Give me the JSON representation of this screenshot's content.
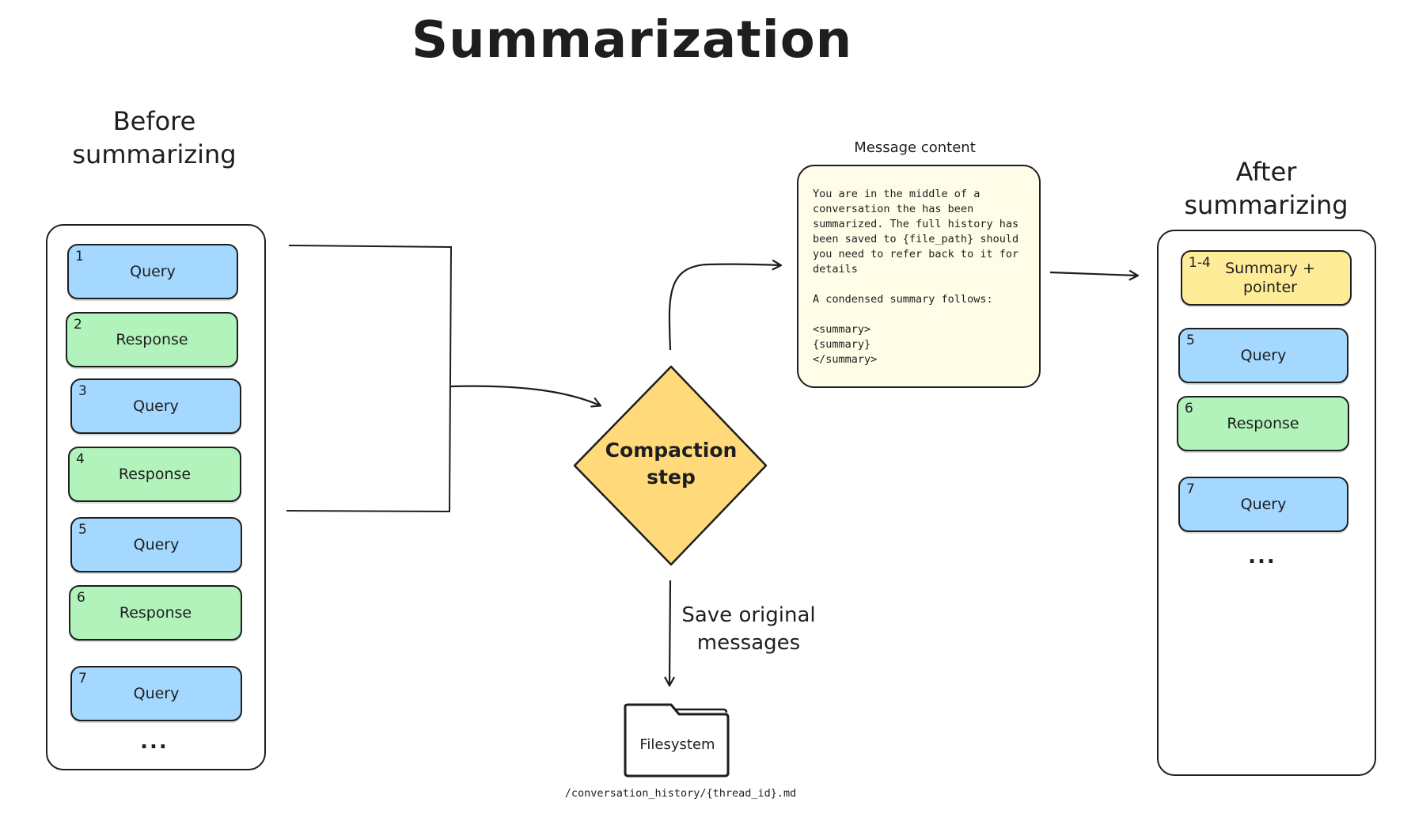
{
  "title": "Summarization",
  "before": {
    "heading": "Before\nsummarizing",
    "items": [
      {
        "num": "1",
        "label": "Query",
        "kind": "query"
      },
      {
        "num": "2",
        "label": "Response",
        "kind": "response"
      },
      {
        "num": "3",
        "label": "Query",
        "kind": "query"
      },
      {
        "num": "4",
        "label": "Response",
        "kind": "response"
      },
      {
        "num": "5",
        "label": "Query",
        "kind": "query"
      },
      {
        "num": "6",
        "label": "Response",
        "kind": "response"
      },
      {
        "num": "7",
        "label": "Query",
        "kind": "query"
      }
    ],
    "ellipsis": "..."
  },
  "compaction": {
    "label": "Compaction\nstep"
  },
  "message": {
    "label": "Message content",
    "paragraph1": "You are in the middle of a conversation the has been summarized. The full history has been saved to {file_path} should you need to refer back to it for details",
    "paragraph2": "A condensed summary follows:",
    "open_tag": "<summary>",
    "placeholder": "{summary}",
    "close_tag": "</summary>"
  },
  "save": {
    "label": "Save original\nmessages"
  },
  "filesystem": {
    "label": "Filesystem",
    "path": "/conversation_history/{thread_id}.md"
  },
  "after": {
    "heading": "After\nsummarizing",
    "items": [
      {
        "num": "1-4",
        "label": "Summary +\npointer",
        "kind": "summary"
      },
      {
        "num": "5",
        "label": "Query",
        "kind": "query"
      },
      {
        "num": "6",
        "label": "Response",
        "kind": "response"
      },
      {
        "num": "7",
        "label": "Query",
        "kind": "query"
      }
    ],
    "ellipsis": "..."
  },
  "colors": {
    "query": "#a5d8ff",
    "response": "#b2f2bb",
    "summary": "#ffec99",
    "diamond": "#ffd97a",
    "message_bg": "#fffce8",
    "stroke": "#1e1e1e"
  }
}
